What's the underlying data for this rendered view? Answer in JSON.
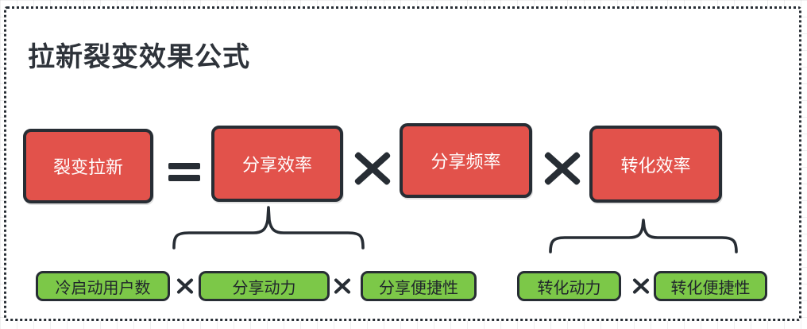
{
  "title": "拉新裂变效果公式",
  "colors": {
    "ink": "#272d34",
    "red": "#e2524b",
    "green": "#7cc848",
    "text_on_red": "#ffffff",
    "text_on_green": "#20262c"
  },
  "operators": {
    "equals": "=",
    "times": "×"
  },
  "formula": {
    "result": "裂变拉新",
    "factors": [
      "分享效率",
      "分享频率",
      "转化效率"
    ]
  },
  "breakdown": {
    "left_group": [
      "冷启动用户数",
      "分享动力",
      "分享便捷性"
    ],
    "right_group": [
      "转化动力",
      "转化便捷性"
    ]
  }
}
